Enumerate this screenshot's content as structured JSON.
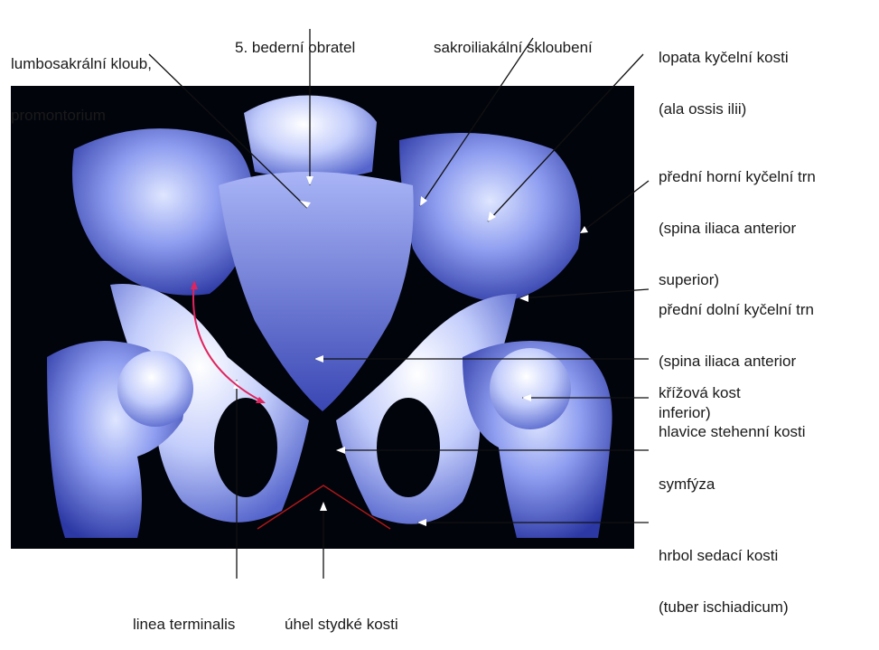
{
  "labels": {
    "lumbosacral": [
      "lumbosakrální kloub,",
      "promontorium"
    ],
    "vertebra5": [
      "5. bederní obratel"
    ],
    "sacroiliac": [
      "sakroiliakální skloubení"
    ],
    "ala": [
      "lopata kyčelní kosti",
      "(ala ossis ilii)"
    ],
    "asis": [
      "přední horní kyčelní trn",
      "(spina iliaca anterior",
      "superior)"
    ],
    "aiis": [
      "přední dolní kyčelní trn",
      "(spina iliaca anterior",
      "inferior)"
    ],
    "sacrum": [
      "křížová kost"
    ],
    "femoral_head": [
      "hlavice stehenní kosti"
    ],
    "symphysis": [
      "symfýza"
    ],
    "tuber": [
      "hrbol sedací kosti",
      "(tuber ischiadicum)"
    ],
    "linea": [
      "linea terminalis"
    ],
    "pubic_angle": [
      "úhel stydké kosti"
    ]
  },
  "colors": {
    "background": "#ffffff",
    "photo_background": "#02040c",
    "bone_light": "#e6ecff",
    "bone_mid": "#7d8ee8",
    "bone_dark": "#2a36a0",
    "leader_line": "#111111",
    "arc_marker": "#e0245e",
    "angle_marker": "#b01818"
  }
}
